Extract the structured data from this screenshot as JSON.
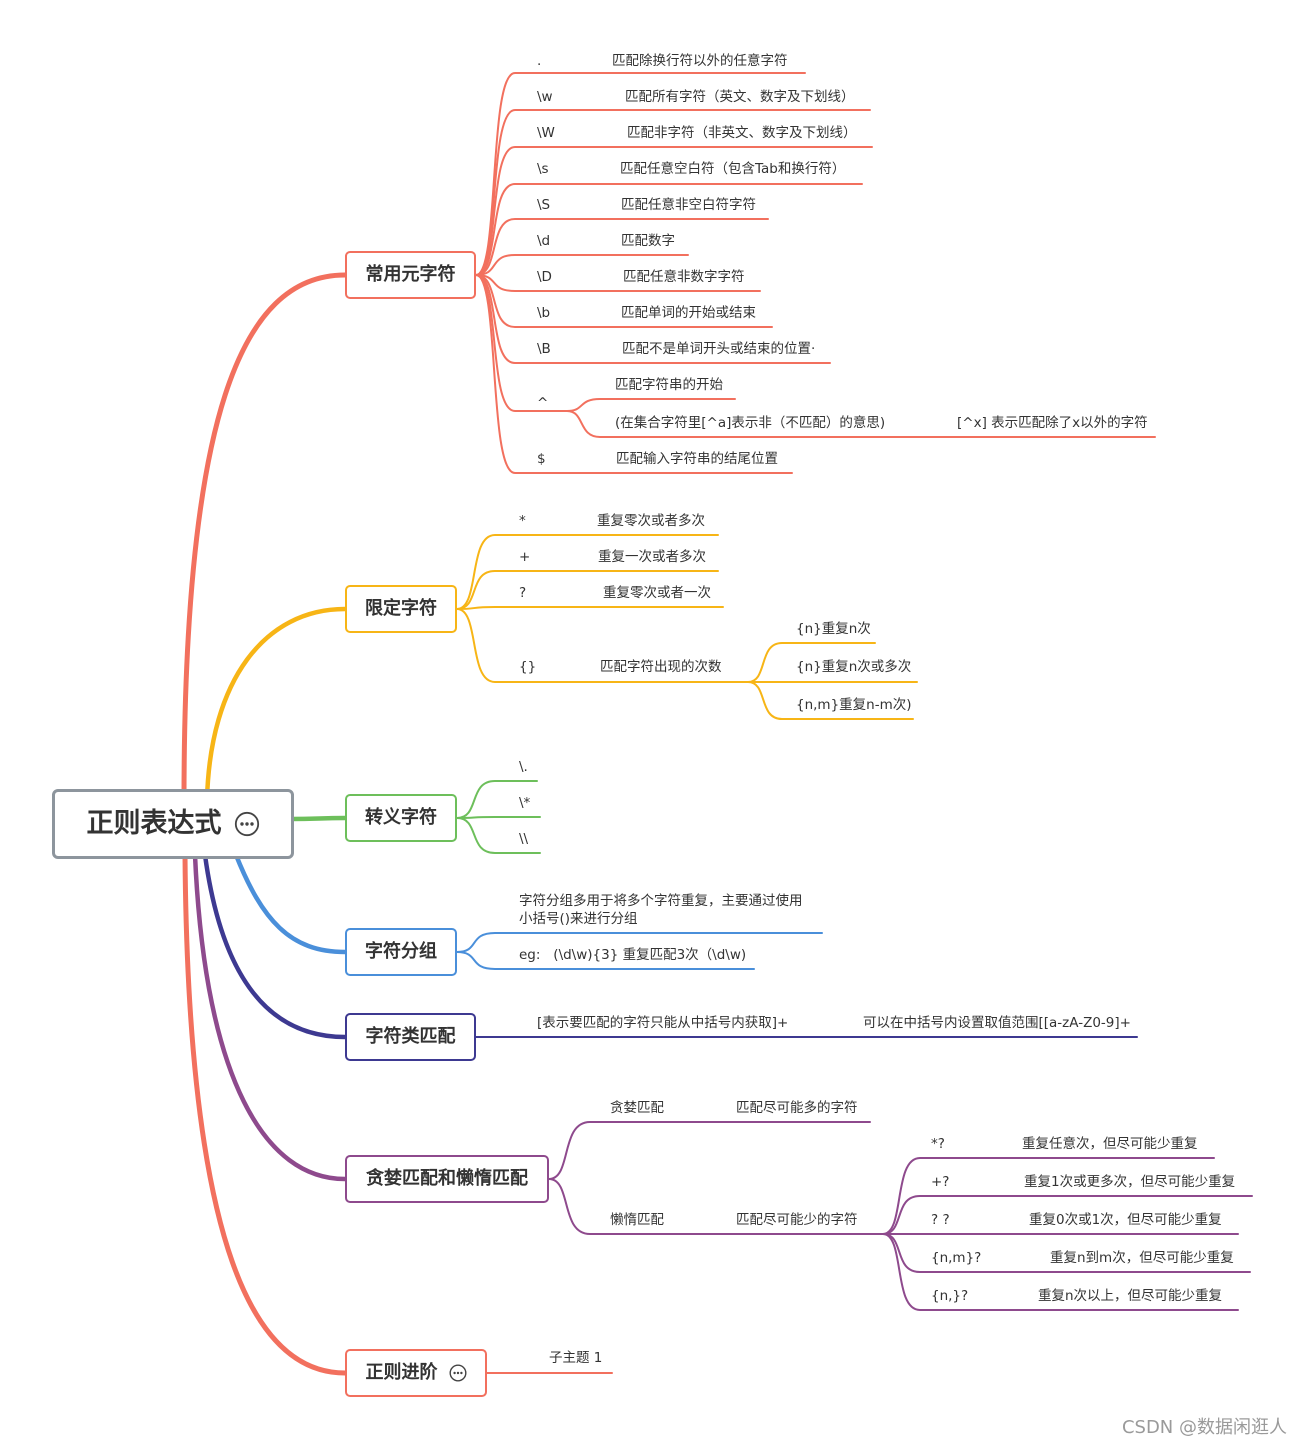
{
  "root": {
    "title": "正则表达式",
    "icon": "ellipsis-circle-icon",
    "color": "#8D959D"
  },
  "branches": [
    {
      "title": "常用元字符",
      "color": "#F2705E",
      "items": [
        {
          "key": ".",
          "desc": "匹配除换行符以外的任意字符"
        },
        {
          "key": "\\w",
          "desc": "匹配所有字符（英文、数字及下划线）"
        },
        {
          "key": "\\W",
          "desc": "匹配非字符（非英文、数字及下划线）"
        },
        {
          "key": "\\s",
          "desc": "匹配任意空白符（包含Tab和换行符）"
        },
        {
          "key": "\\S",
          "desc": "匹配任意非空白符字符"
        },
        {
          "key": "\\d",
          "desc": "匹配数字"
        },
        {
          "key": "\\D",
          "desc": "匹配任意非数字字符"
        },
        {
          "key": "\\b",
          "desc": "匹配单词的开始或结束"
        },
        {
          "key": "\\B",
          "desc": "匹配不是单词开头或结束的位置·"
        },
        {
          "key": "^",
          "children": [
            {
              "text": "匹配字符串的开始"
            },
            {
              "text": "(在集合字符里[^a]表示非（不匹配）的意思)",
              "desc": "[^x] 表示匹配除了x以外的字符"
            }
          ]
        },
        {
          "key": "$",
          "desc": "匹配输入字符串的结尾位置"
        }
      ]
    },
    {
      "title": "限定字符",
      "color": "#F7B516",
      "items": [
        {
          "key": "*",
          "desc": "重复零次或者多次"
        },
        {
          "key": "+",
          "desc": "重复一次或者多次"
        },
        {
          "key": "?",
          "desc": "重复零次或者一次"
        },
        {
          "key": "{}",
          "desc": "匹配字符出现的次数",
          "children": [
            {
              "text": "{n}重复n次"
            },
            {
              "text": "{n}重复n次或多次"
            },
            {
              "text": "{n,m}重复n-m次)"
            }
          ]
        }
      ]
    },
    {
      "title": "转义字符",
      "color": "#6DBF5B",
      "items": [
        {
          "key": "\\."
        },
        {
          "key": "\\*"
        },
        {
          "key": "\\\\"
        }
      ]
    },
    {
      "title": "字符分组",
      "color": "#4A8FDA",
      "items": [
        {
          "text_lines": [
            "字符分组多用于将多个字符重复，主要通过使用",
            "小括号()来进行分组"
          ]
        },
        {
          "text": "eg:   (\\d\\w){3} 重复匹配3次（\\d\\w)"
        }
      ]
    },
    {
      "title": "字符类匹配",
      "color": "#3D3991",
      "items": [
        {
          "text": "[表示要匹配的字符只能从中括号内获取]+",
          "desc": "可以在中括号内设置取值范围[[a-zA-Z0-9]+"
        }
      ]
    },
    {
      "title": "贪婪匹配和懒惰匹配",
      "color": "#8E4A8D",
      "items": [
        {
          "key": "贪婪匹配",
          "desc": "匹配尽可能多的字符"
        },
        {
          "key": "懒惰匹配",
          "desc": "匹配尽可能少的字符",
          "children": [
            {
              "key": "*?",
              "desc": "重复任意次，但尽可能少重复"
            },
            {
              "key": "+?",
              "desc": "重复1次或更多次，但尽可能少重复"
            },
            {
              "key": "? ?",
              "desc": "重复0次或1次，但尽可能少重复"
            },
            {
              "key": "{n,m}?",
              "desc": "重复n到m次，但尽可能少重复"
            },
            {
              "key": "{n,}?",
              "desc": "重复n次以上，但尽可能少重复"
            }
          ]
        }
      ]
    },
    {
      "title": "正则进阶",
      "color": "#F2705E",
      "icon": "ellipsis-circle-icon",
      "items": [
        {
          "text": "子主题 1"
        }
      ]
    }
  ],
  "watermark": "CSDN @数据闲逛人"
}
